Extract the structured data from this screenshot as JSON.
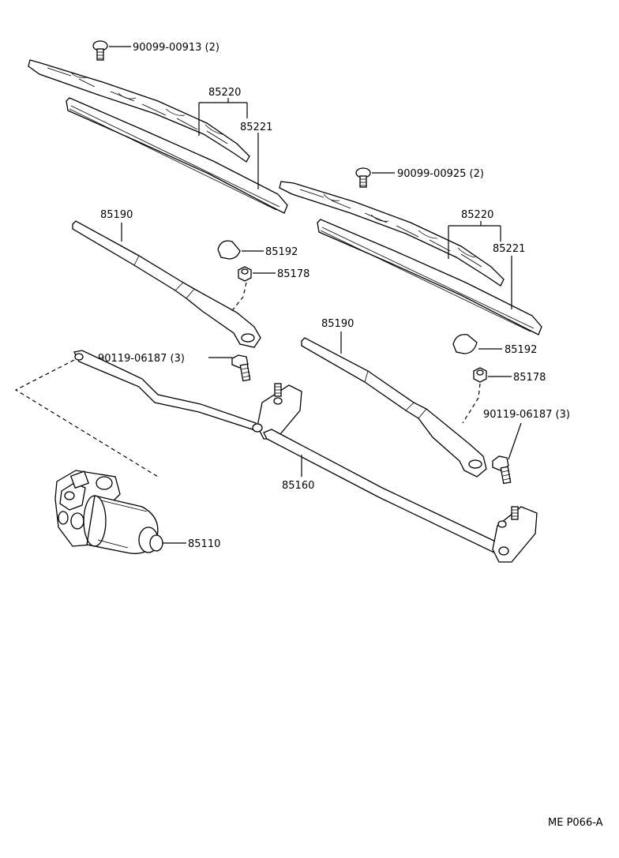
{
  "labels": {
    "screw_upper_left": "90099-00913 (2)",
    "blade_assy_left": "85220",
    "blade_insert_left": "85221",
    "screw_upper_right": "90099-00925 (2)",
    "blade_assy_right": "85220",
    "blade_insert_right": "85221",
    "arm_left": "85190",
    "cap_left": "85192",
    "nut_left": "85178",
    "bolt_left": "90119-06187 (3)",
    "arm_right": "85190",
    "cap_right": "85192",
    "nut_right": "85178",
    "bolt_right": "90119-06187 (3)",
    "link_assy": "85160",
    "motor": "85110"
  },
  "footer": {
    "diagram_code": "ME P066-A"
  }
}
